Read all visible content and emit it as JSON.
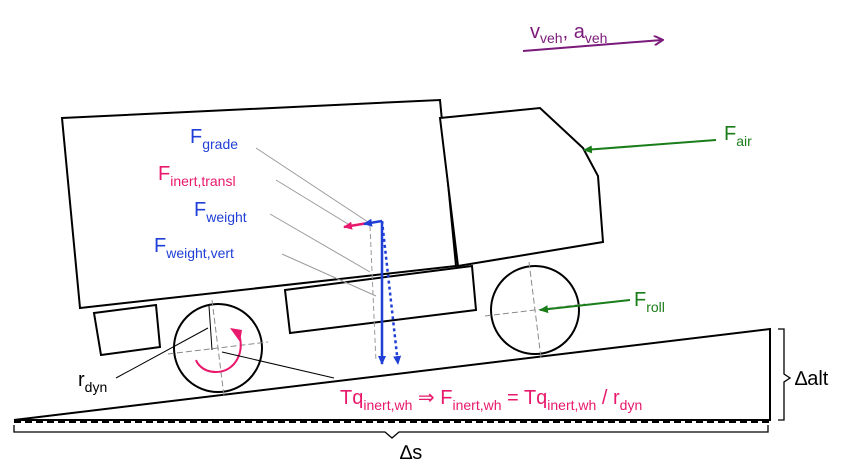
{
  "colors": {
    "velocity": "#7a1a7a",
    "blue_force": "#1f3fd6",
    "magenta": "#e8196c",
    "green": "#1a7d1a",
    "black": "#000000",
    "leader": "#9a9a9a"
  },
  "labels": {
    "velocity": {
      "v": "v",
      "v_sub": "veh",
      "sep": ", ",
      "a": "a",
      "a_sub": "veh"
    },
    "f_air": {
      "main": "F",
      "sub": "air"
    },
    "f_roll": {
      "main": "F",
      "sub": "roll"
    },
    "f_grade": {
      "main": "F",
      "sub": "grade"
    },
    "f_inert_transl": {
      "main": "F",
      "sub": "inert,transl"
    },
    "f_weight": {
      "main": "F",
      "sub": "weight"
    },
    "f_weight_vert": {
      "main": "F",
      "sub": "weight,vert"
    },
    "r_dyn": {
      "main": "r",
      "sub": "dyn"
    },
    "equation": {
      "tq1": "Tq",
      "tq1_sub": "inert,wh",
      "implies": " ⇒ ",
      "f": "F",
      "f_sub": "inert,wh",
      "eq": " = ",
      "tq2": "Tq",
      "tq2_sub": "inert,wh",
      "div": " / ",
      "r": "r",
      "r_sub": "dyn"
    },
    "delta_alt": "∆alt",
    "delta_s": "∆s"
  }
}
